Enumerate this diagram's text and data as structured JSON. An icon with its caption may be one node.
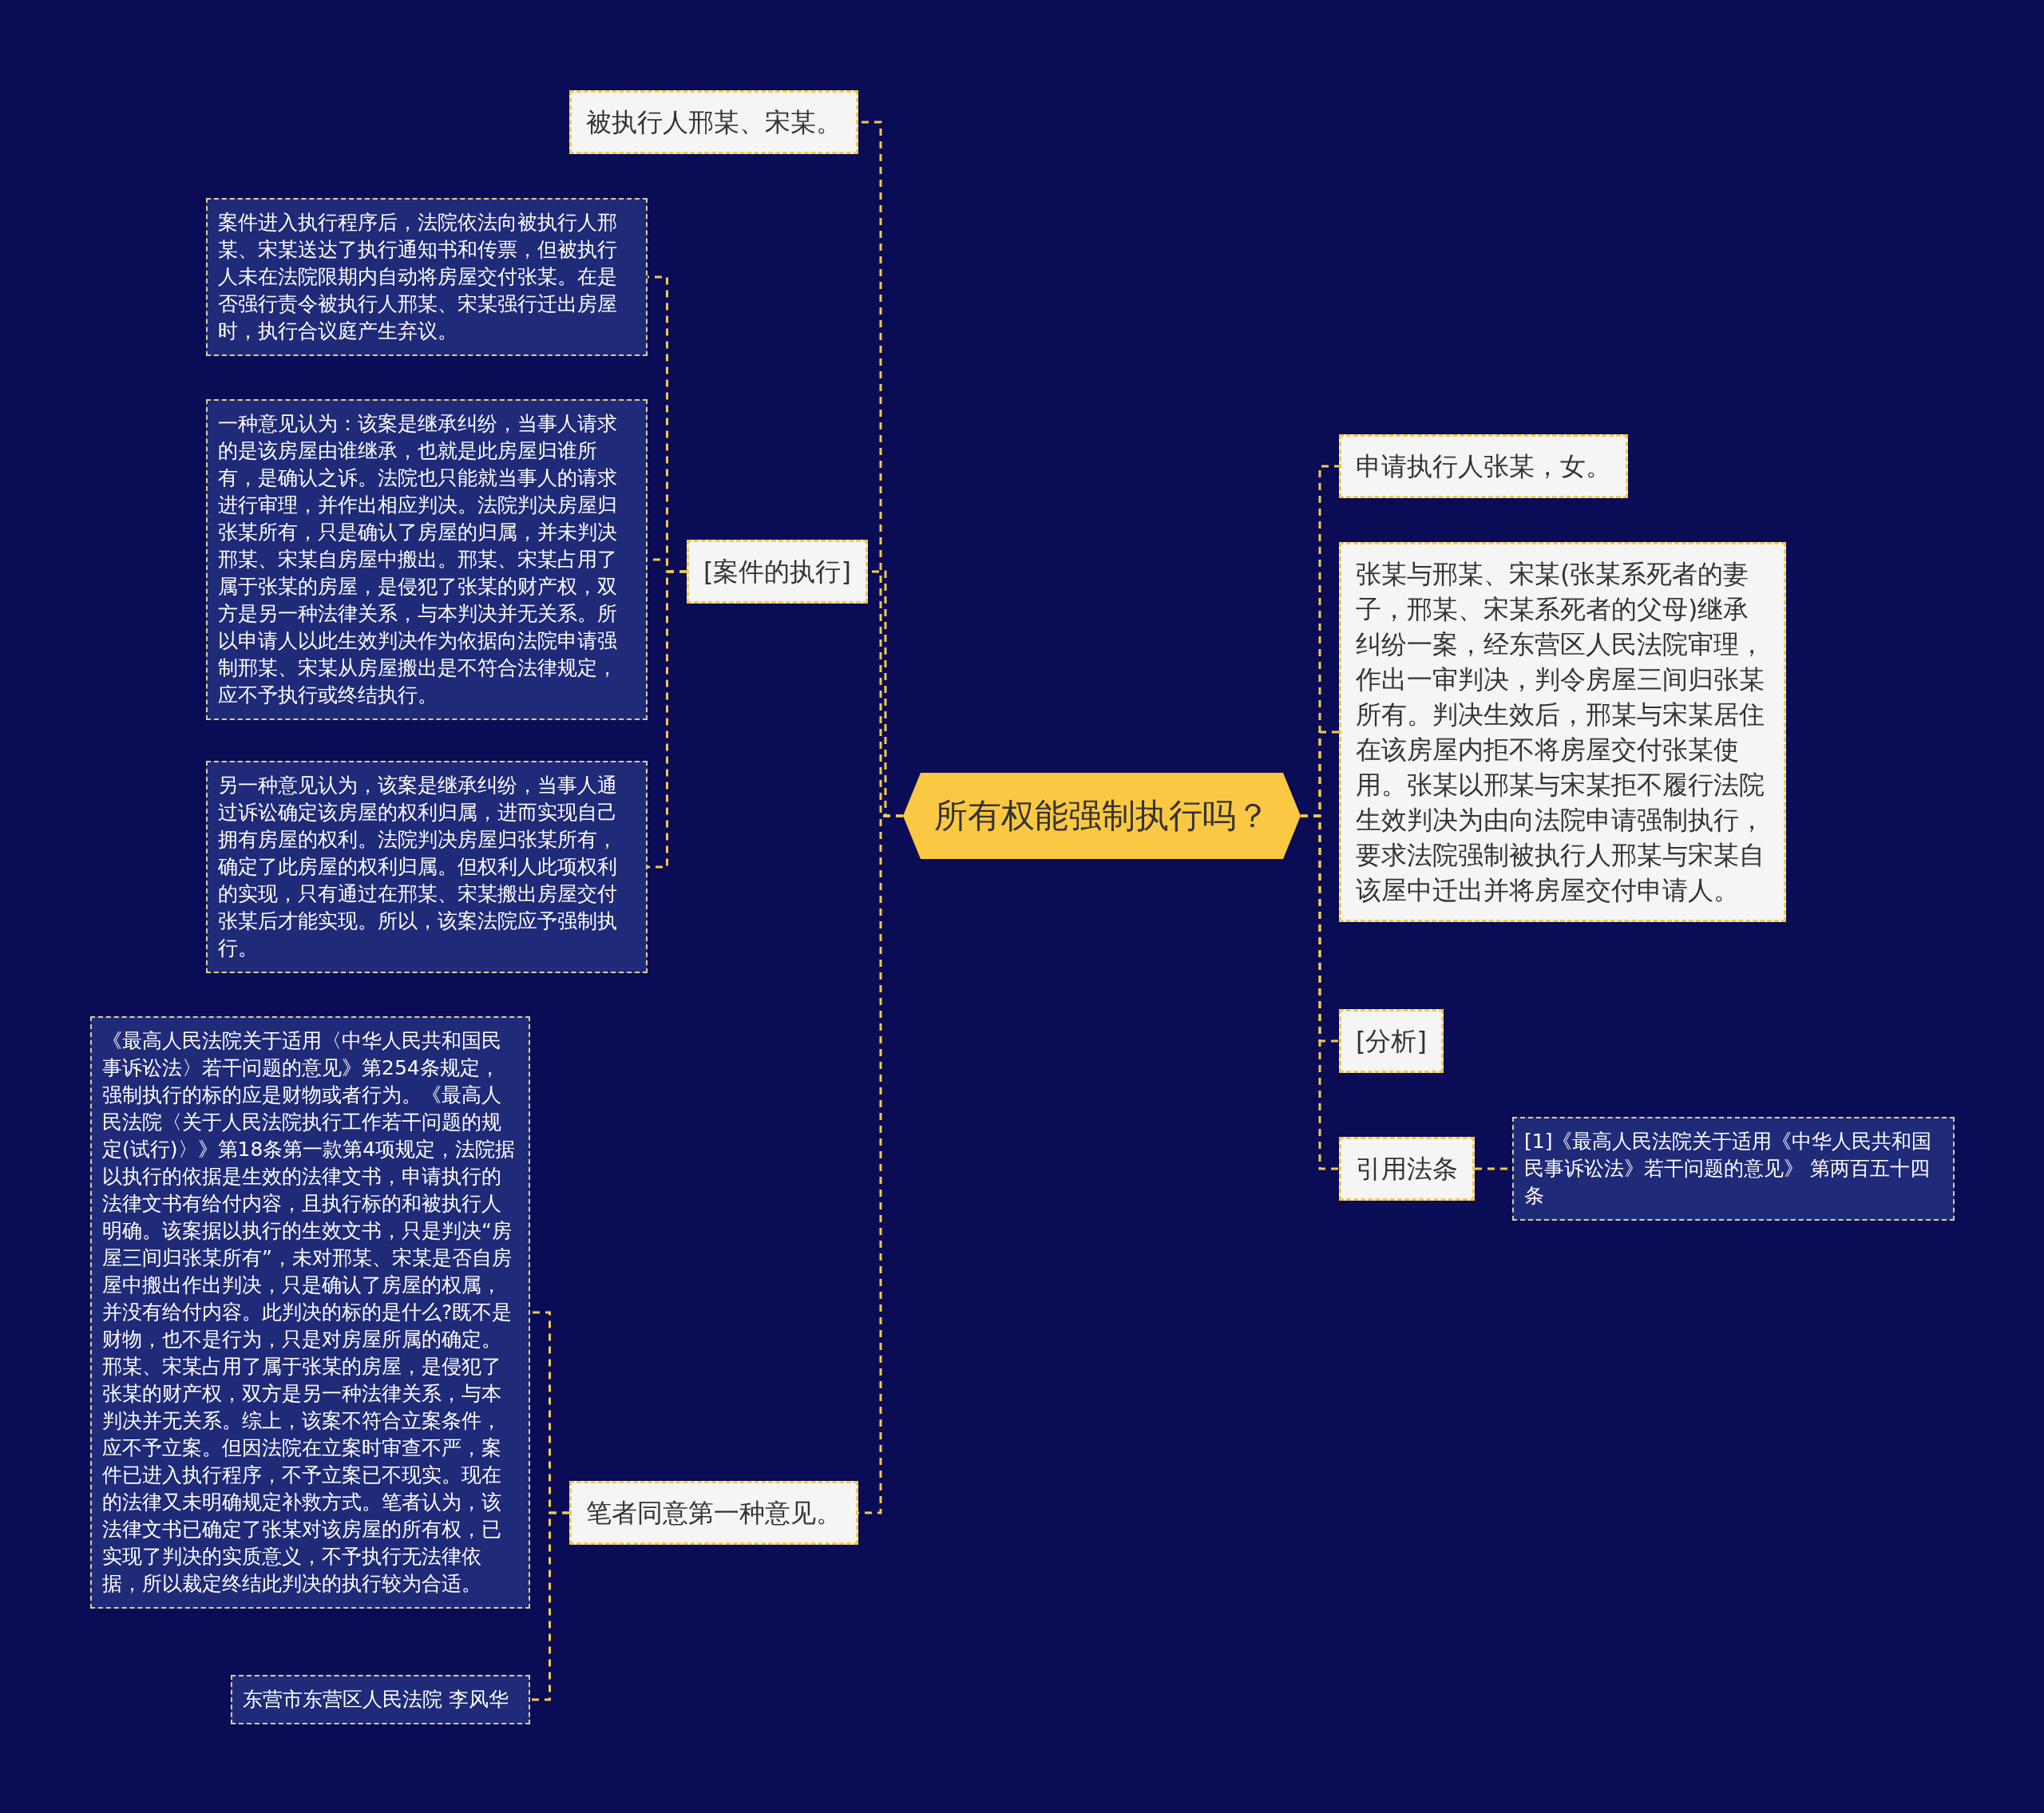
{
  "diagram": {
    "nodes": [
      {
        "text": [
          "所有权能强制执行吗？"
        ]
      },
      {
        "text": [
          "被执行人邢某、宋某。"
        ]
      },
      {
        "text": [
          "[案件的执行]"
        ]
      },
      {
        "text": [
          "案件进入执行程序后，法院依法向被执行人邢某、宋某送达了执行通知书和传票，但被执行人未在法院限期内自动将房屋交付张某。在是否强行责令被执行人邢某、宋某强行迁出房屋时，执行合议庭产生弃议。"
        ]
      },
      {
        "text": [
          "一种意见认为：该案是继承纠纷，当事人请求的是该房屋由谁继承，也就是此房屋归谁所有，是确认之诉。法院也只能就当事人的请求进行审理，并作出相应判决。法院判决房屋归张某所有，只是确认了房屋的归属，并未判决邢某、宋某自房屋中搬出。邢某、宋某占用了属于张某的房屋，是侵犯了张某的财产权，双方是另一种法律关系，与本判决并无关系。所以申请人以此生效判决作为依据向法院申请强制邢某、宋某从房屋搬出是不符合法律规定，应不予执行或终结执行。"
        ]
      },
      {
        "text": [
          "另一种意见认为，该案是继承纠纷，当事人通过诉讼确定该房屋的权利归属，进而实现自己拥有房屋的权利。法院判决房屋归张某所有，确定了此房屋的权利归属。但权利人此项权利的实现，只有通过在邢某、宋某搬出房屋交付张某后才能实现。所以，该案法院应予强制执行。"
        ]
      },
      {
        "text": [
          "笔者同意第一种意见。"
        ]
      },
      {
        "text": [
          "《最高人民法院关于适用〈中华人民共和国民事诉讼法〉若干问题的意见》第254条规定，强制执行的标的应是财物或者行为。《最高人民法院〈关于人民法院执行工作若干问题的规定(试行)〉》第18条第一款第4项规定，法院据以执行的依据是生效的法律文书，申请执行的法律文书有给付内容，且执行标的和被执行人明确。该案据以执行的生效文书，只是判决“房屋三间归张某所有”，未对邢某、宋某是否自房屋中搬出作出判决，只是确认了房屋的权属，并没有给付内容。此判决的标的是什么?既不是财物，也不是行为，只是对房屋所属的确定。邢某、宋某占用了属于张某的房屋，是侵犯了张某的财产权，双方是另一种法律关系，与本判决并无关系。综上，该案不符合立案条件，应不予立案。但因法院在立案时审查不严，案件已进入执行程序，不予立案已不现实。现在的法律又未明确规定补救方式。笔者认为，该法律文书已确定了张某对该房屋的所有权，已实现了判决的实质意义，不予执行无法律依据，所以裁定终结此判决的执行较为合适。"
        ]
      },
      {
        "text": [
          "东营市东营区人民法院 李风华"
        ]
      },
      {
        "text": [
          "申请执行人张某，女。"
        ]
      },
      {
        "text": [
          "张某与邢某、宋某(张某系死者的妻子，邢某、宋某系死者的父母)继承纠纷一案，经东营区人民法院审理，作出一审判决，判令房屋三间归张某所有。判决生效后，邢某与宋某居住在该房屋内拒不将房屋交付张某使用。张某以邢某与宋某拒不履行法院生效判决为由向法院申请强制执行，要求法院强制被执行人邢某与宋某自该屋中迁出并将房屋交付申请人。"
        ]
      },
      {
        "text": [
          "[分析]"
        ]
      },
      {
        "text": [
          "引用法条"
        ]
      },
      {
        "text": [
          "[1]《最高人民法院关于适用《中华人民共和国民事诉讼法》若干问题的意见》 第两百五十四条"
        ]
      }
    ],
    "edges": [
      {
        "from": 0,
        "to": 1,
        "arrow": "none"
      },
      {
        "from": 0,
        "to": 2,
        "arrow": "none"
      },
      {
        "from": 2,
        "to": 3,
        "arrow": "none"
      },
      {
        "from": 2,
        "to": 4,
        "arrow": "none"
      },
      {
        "from": 2,
        "to": 5,
        "arrow": "none"
      },
      {
        "from": 0,
        "to": 6,
        "arrow": "none"
      },
      {
        "from": 6,
        "to": 7,
        "arrow": "none"
      },
      {
        "from": 6,
        "to": 8,
        "arrow": "none"
      },
      {
        "from": 0,
        "to": 9,
        "arrow": "none"
      },
      {
        "from": 0,
        "to": 10,
        "arrow": "none"
      },
      {
        "from": 0,
        "to": 11,
        "arrow": "none"
      },
      {
        "from": 0,
        "to": 12,
        "arrow": "none"
      },
      {
        "from": 12,
        "to": 13,
        "arrow": "none"
      }
    ]
  }
}
